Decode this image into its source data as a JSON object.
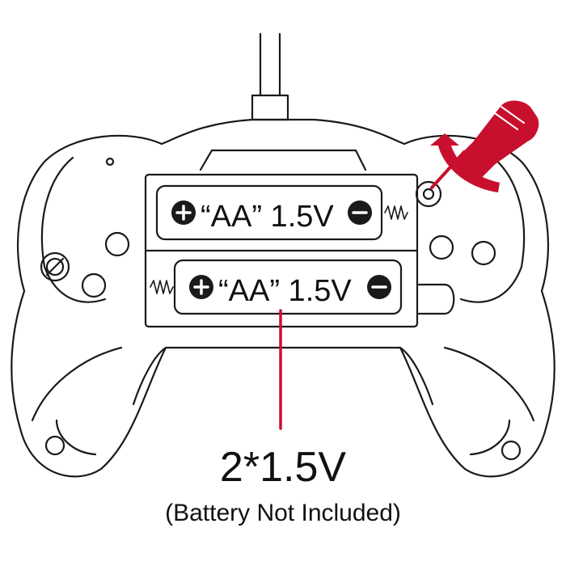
{
  "batteries": [
    {
      "label": "“AA” 1.5V",
      "plus": "+",
      "minus": "−"
    },
    {
      "label": "“AA” 1.5V",
      "plus": "+",
      "minus": "−"
    }
  ],
  "caption": {
    "voltage": "2*1.5V",
    "note": "(Battery Not Included)"
  },
  "colors": {
    "line": "#1a1a1a",
    "accent": "#c8102e"
  }
}
